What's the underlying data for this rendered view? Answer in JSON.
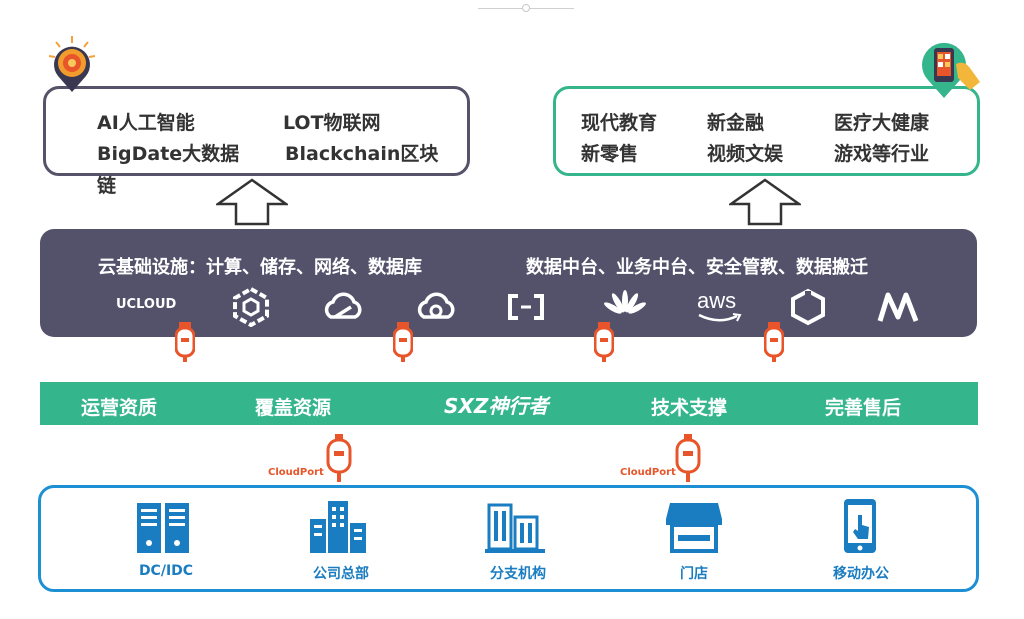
{
  "top_left": {
    "items": [
      "AI人工智能",
      "LOT物联网",
      "BigDate大数据",
      "Blackchain区块",
      "链"
    ]
  },
  "top_right": {
    "items": [
      "现代教育",
      "新金融",
      "医疗大健康",
      "新零售",
      "视频文娱",
      "游戏等行业"
    ]
  },
  "platform": {
    "left_text": "云基础设施：计算、储存、网络、数据库",
    "right_text": "数据中台、业务中台、安全管教、数据搬迁",
    "logos": [
      "ucloud-logo",
      "qingcloud-logo",
      "tencent-cloud-logo",
      "baidu-cloud-logo",
      "aliyun-logo",
      "huawei-cloud-logo",
      "aws-logo",
      "jd-cloud-logo",
      "kingsoft-cloud-logo"
    ],
    "ucloud_text": "UCLOUD",
    "aws_text": "aws"
  },
  "band": {
    "items": [
      "运营资质",
      "覆盖资源",
      "技术支撑",
      "完善售后"
    ],
    "brand": "SXZ神行者"
  },
  "cloudport": [
    "CloudPort",
    "CloudPort"
  ],
  "sites": {
    "items": [
      "DC/IDC",
      "公司总部",
      "分支机构",
      "门店",
      "移动办公"
    ]
  },
  "colors": {
    "platform": "#54516b",
    "band": "#35b58c",
    "bottom_border": "#1d8fd3",
    "plug": "#e8552a"
  }
}
